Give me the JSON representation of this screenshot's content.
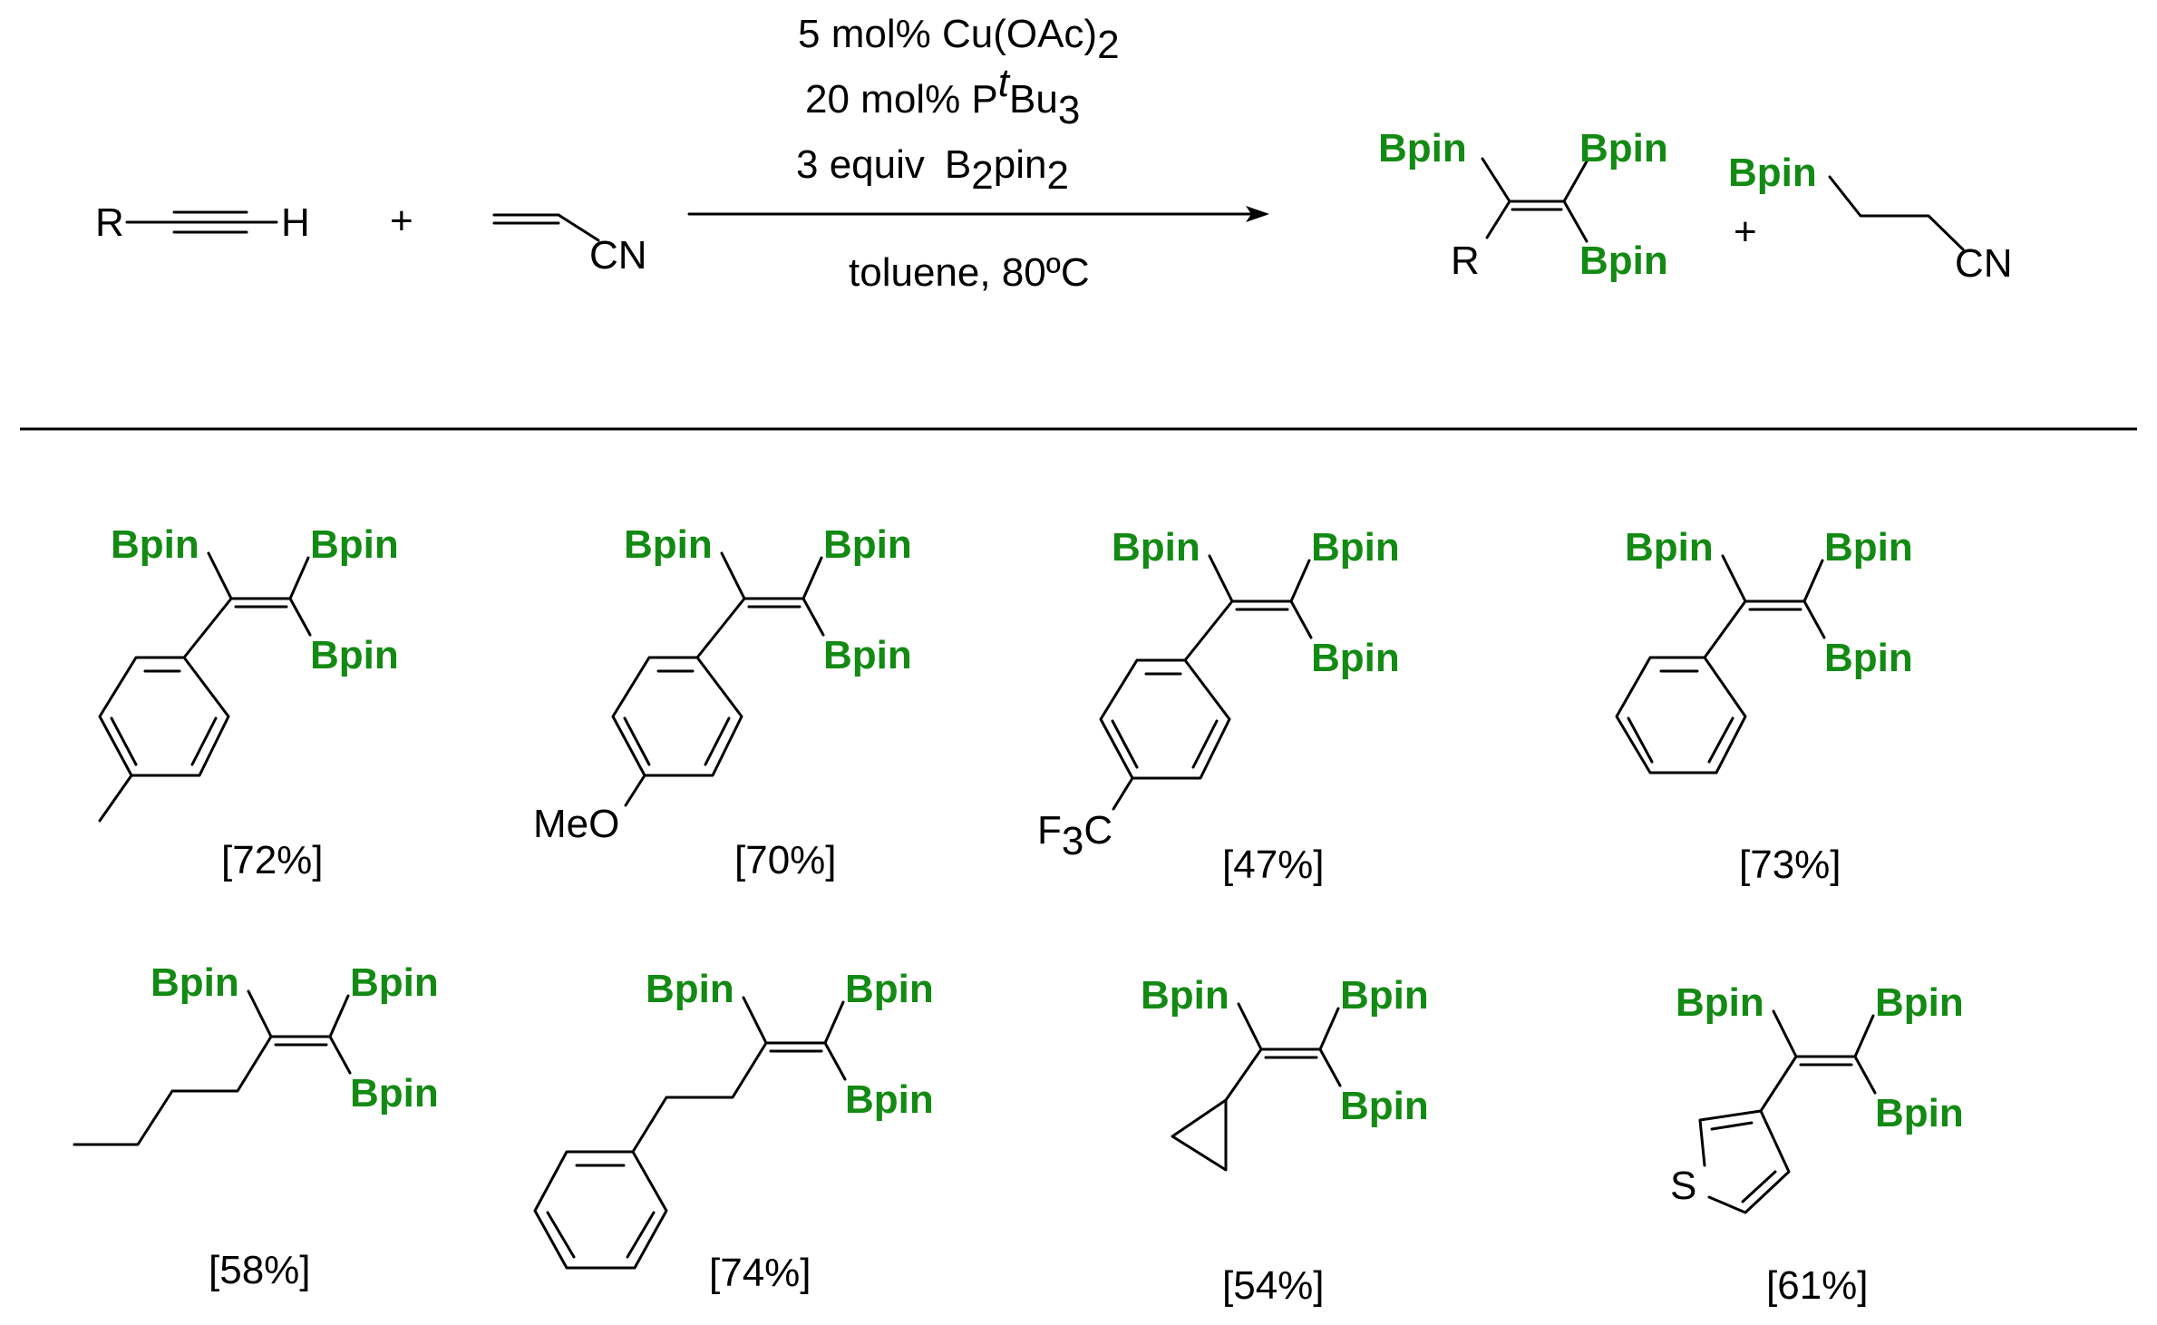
{
  "reaction": {
    "reactant_alkyne": {
      "left": "R",
      "right": "H"
    },
    "plus": "+",
    "reactant_nitrile_label": "CN",
    "conditions": {
      "line1": {
        "text": "5 mol% Cu(OAc)",
        "sub": "2"
      },
      "line2": {
        "text": "20 mol% P",
        "sup": "t",
        "text2": "Bu",
        "sub": "3"
      },
      "line3": {
        "text": "3 equiv",
        "reagent": "B",
        "reagent_sub1": "2",
        "reagent_mid": "pin",
        "reagent_sub2": "2"
      },
      "line4": {
        "text": "toluene, 80ºC"
      }
    },
    "product": {
      "bpin": "Bpin",
      "r": "R"
    },
    "byproduct": {
      "bpin": "Bpin",
      "cn": "CN"
    }
  },
  "substrates": [
    {
      "bpin": "Bpin",
      "yield": "[72%]"
    },
    {
      "bpin": "Bpin",
      "label": "MeO",
      "yield": "[70%]"
    },
    {
      "bpin": "Bpin",
      "label": "F",
      "label_sub": "3",
      "label_tail": "C",
      "yield": "[47%]"
    },
    {
      "bpin": "Bpin",
      "yield": "[73%]"
    },
    {
      "bpin": "Bpin",
      "yield": "[58%]"
    },
    {
      "bpin": "Bpin",
      "yield": "[74%]"
    },
    {
      "bpin": "Bpin",
      "yield": "[54%]"
    },
    {
      "bpin": "Bpin",
      "label": "S",
      "yield": "[61%]"
    }
  ],
  "colors": {
    "reagent_green": "#138a13",
    "ink": "#000000"
  }
}
